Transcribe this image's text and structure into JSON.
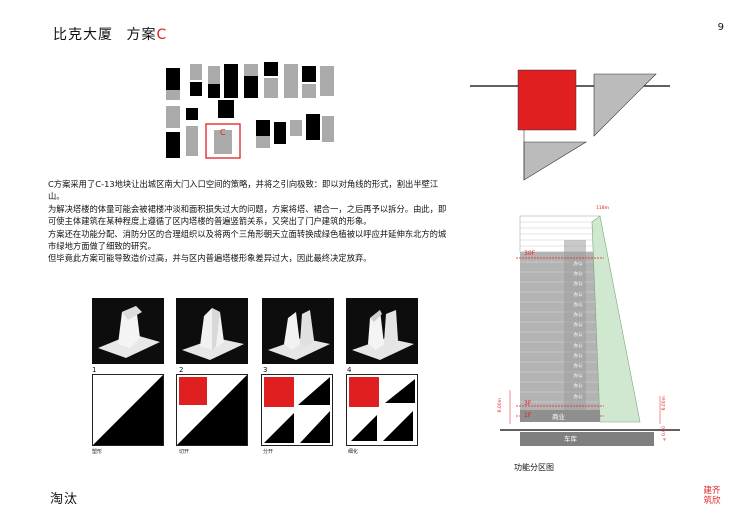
{
  "header": {
    "title_main": "比克大厦",
    "title_scheme": "方案",
    "title_letter": "C",
    "page_number": "9"
  },
  "site_plan": {
    "marker": "C"
  },
  "description": "C方案采用了C-13地块让出城区南大门入口空间的策略，并将之引向极致：即以对角线的形式，割出半壁江山。\n为解决塔楼的体量可能会被裙楼冲淡和面积损失过大的问题，方案将塔、裙合一，之后再予以拆分。由此，即可使主体建筑在某种程度上遵循了区内塔楼的普遍竖箭关系，又突出了门户建筑的形象。\n方案还在功能分配、消防分区的合理组织以及将两个三角形朝天立面转换成绿色植被以呼应并延伸东北方的城市绿地方面做了细致的研究。\n但毕竟此方案可能导致造价过高，并与区内普遍塔楼形象差异过大，因此最终决定放弃。",
  "models": [
    {
      "num": "1",
      "caption": "塑形"
    },
    {
      "num": "2",
      "caption": "切开"
    },
    {
      "num": "3",
      "caption": "分开"
    },
    {
      "num": "4",
      "caption": "细化"
    }
  ],
  "section": {
    "floor_label_top": "30F",
    "floor_label_low": "3F",
    "floor_label_base": "1F",
    "lobby": "商业",
    "garage": "车库",
    "zone_labels": [
      "办公",
      "办公",
      "办公",
      "办公",
      "办公",
      "办公",
      "办公",
      "办公",
      "办公",
      "办公",
      "办公",
      "办公",
      "办公",
      "办公"
    ],
    "height_top": "118m",
    "height_left": "6.00m",
    "height_right": "6.00m",
    "height_base": "±0.00"
  },
  "function_caption": "功能分区图",
  "footer": "淘汰",
  "logo": "建齐筑欣",
  "colors": {
    "accent": "#e02020",
    "green": "#cfe8cf",
    "building": "#b3b3b3"
  }
}
